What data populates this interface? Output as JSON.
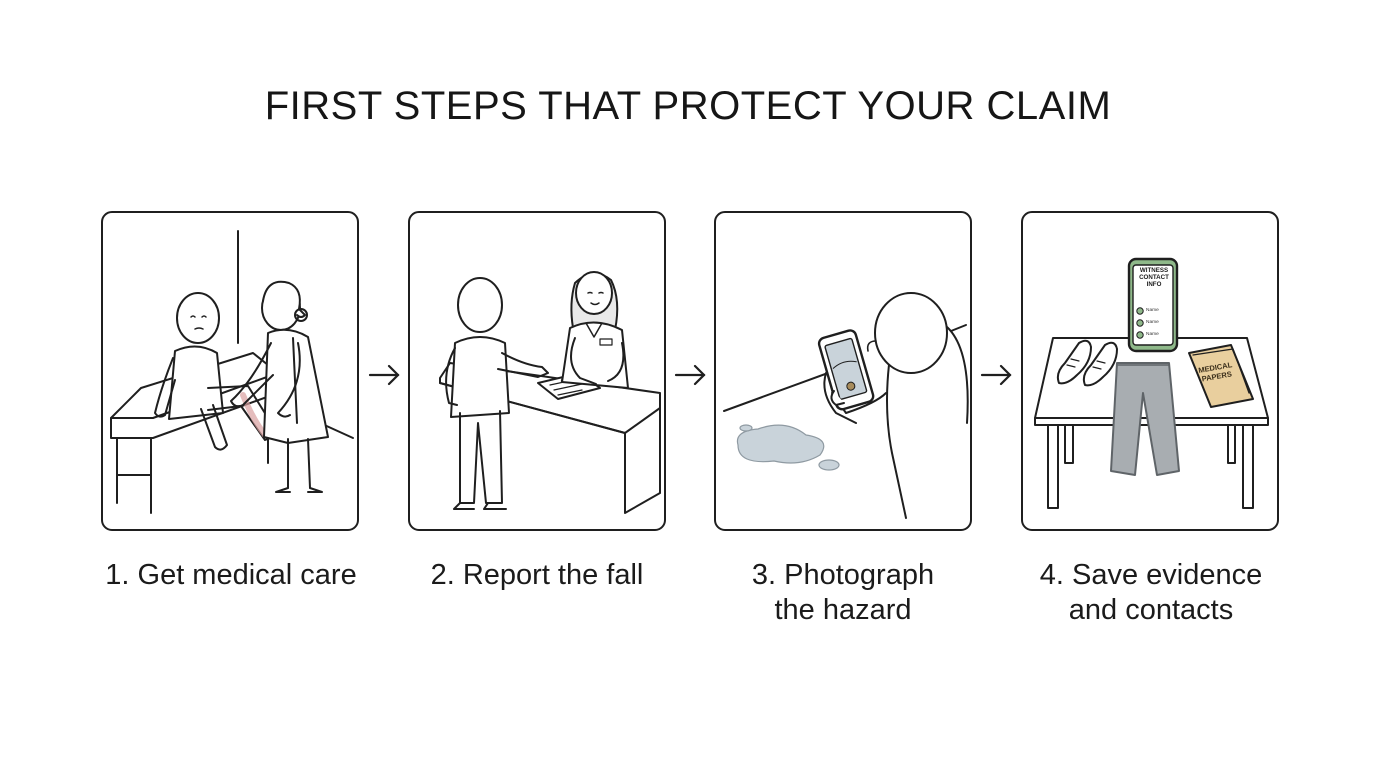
{
  "title": "FIRST STEPS THAT PROTECT YOUR CLAIM",
  "steps": [
    {
      "label_lines": [
        "1. Get medical care"
      ]
    },
    {
      "label_lines": [
        "2. Report the fall"
      ]
    },
    {
      "label_lines": [
        "3. Photograph",
        "the hazard"
      ]
    },
    {
      "label_lines": [
        "4. Save evidence",
        "and contacts"
      ]
    }
  ],
  "phone_card": {
    "header_lines": [
      "WITNESS",
      "CONTACT",
      "INFO"
    ],
    "rows": [
      "Name",
      "Name",
      "Name"
    ]
  },
  "papers_label_lines": [
    "MEDICAL",
    "PAPERS"
  ],
  "colors": {
    "stroke": "#1f1f1f",
    "water": "#c9d3da",
    "injury": "#d9a0a0",
    "pants": "#a8adb1",
    "papers": "#e9cf9e",
    "phone": "#8fb98a"
  }
}
